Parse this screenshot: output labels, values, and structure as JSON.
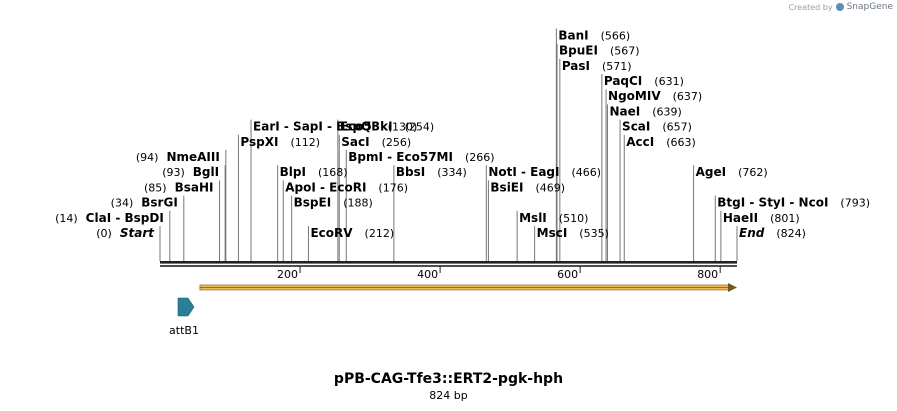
{
  "credit": {
    "created_by": "Created by",
    "brand": "SnapGene"
  },
  "map": {
    "name": "pPB-CAG-Tfe3::ERT2-pgk-hph",
    "length_label": "824 bp",
    "length": 824,
    "ticks": [
      "200",
      "400",
      "600",
      "800"
    ],
    "tick_values": [
      200,
      400,
      600,
      800
    ],
    "features": [
      {
        "name": "attB1",
        "type": "arrow",
        "color": "#2a7f96"
      },
      {
        "name": "",
        "type": "orf",
        "color": "#f0b85a",
        "start": 57,
        "end": 824
      }
    ],
    "sites": [
      {
        "row": 0,
        "label": "Start",
        "pos": "(0)",
        "bp": 0,
        "italic": true
      },
      {
        "row": 1,
        "label": "ClaI  -  BspDI",
        "pos": "(14)",
        "bp": 14
      },
      {
        "row": 2,
        "label": "BsrGI",
        "pos": "(34)",
        "bp": 34
      },
      {
        "row": 3,
        "label": "BsaHI",
        "pos": "(85)",
        "bp": 85
      },
      {
        "row": 4,
        "label": "BglI",
        "pos": "(93)",
        "bp": 93
      },
      {
        "row": 5,
        "label": "NmeAIII",
        "pos": "(94)",
        "bp": 94
      },
      {
        "row": 6,
        "label": "PspXI",
        "pos": "(112)",
        "bp": 112
      },
      {
        "row": 7,
        "label": "EarI  -  SapI  -  BspQI",
        "pos": "(130)",
        "bp": 130
      },
      {
        "row": 4,
        "label": "BlpI",
        "pos": "(168)",
        "bp": 168
      },
      {
        "row": 3,
        "label": "ApoI  -  EcoRI",
        "pos": "(176)",
        "bp": 176
      },
      {
        "row": 2,
        "label": "BspEI",
        "pos": "(188)",
        "bp": 188
      },
      {
        "row": 0,
        "label": "EcoRV",
        "pos": "(212)",
        "bp": 212
      },
      {
        "row": 7,
        "label": "Eco53kI",
        "pos": "(254)",
        "bp": 254
      },
      {
        "row": 6,
        "label": "SacI",
        "pos": "(256)",
        "bp": 256
      },
      {
        "row": 5,
        "label": "BpmI  -  Eco57MI",
        "pos": "(266)",
        "bp": 266
      },
      {
        "row": 4,
        "label": "BbsI",
        "pos": "(334)",
        "bp": 334
      },
      {
        "row": 4,
        "label": "NotI  -  EagI",
        "pos": "(466)",
        "bp": 466
      },
      {
        "row": 3,
        "label": "BsiEI",
        "pos": "(469)",
        "bp": 469
      },
      {
        "row": 1,
        "label": "MslI",
        "pos": "(510)",
        "bp": 510
      },
      {
        "row": 0,
        "label": "MscI",
        "pos": "(535)",
        "bp": 535
      },
      {
        "row": 13,
        "label": "BanI",
        "pos": "(566)",
        "bp": 566
      },
      {
        "row": 12,
        "label": "BpuEI",
        "pos": "(567)",
        "bp": 567
      },
      {
        "row": 11,
        "label": "PasI",
        "pos": "(571)",
        "bp": 571
      },
      {
        "row": 10,
        "label": "PaqCI",
        "pos": "(631)",
        "bp": 631
      },
      {
        "row": 9,
        "label": "NgoMIV",
        "pos": "(637)",
        "bp": 637
      },
      {
        "row": 8,
        "label": "NaeI",
        "pos": "(639)",
        "bp": 639
      },
      {
        "row": 7,
        "label": "ScaI",
        "pos": "(657)",
        "bp": 657
      },
      {
        "row": 6,
        "label": "AccI",
        "pos": "(663)",
        "bp": 663
      },
      {
        "row": 4,
        "label": "AgeI",
        "pos": "(762)",
        "bp": 762
      },
      {
        "row": 2,
        "label": "BtgI  -  StyI  -  NcoI",
        "pos": "(793)",
        "bp": 793
      },
      {
        "row": 1,
        "label": "HaeII",
        "pos": "(801)",
        "bp": 801
      },
      {
        "row": 0,
        "label": "End",
        "pos": "(824)",
        "bp": 824,
        "italic": true
      }
    ]
  }
}
